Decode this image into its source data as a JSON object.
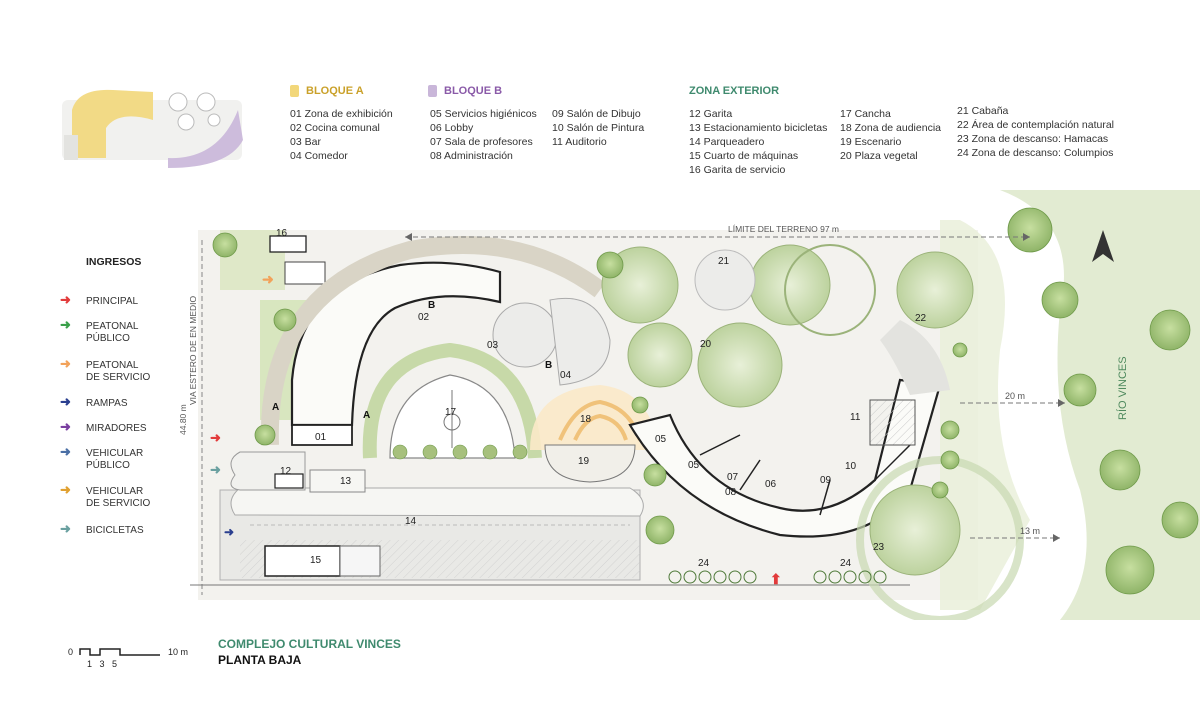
{
  "legend": {
    "bloque_a": {
      "title": "BLOQUE A",
      "color": "#f2d77a",
      "items": [
        "01 Zona de exhibición",
        "02 Cocina comunal",
        "03 Bar",
        "04 Comedor"
      ]
    },
    "bloque_b": {
      "title": "BLOQUE B",
      "color": "#c9b6d9",
      "col1": [
        "05 Servicios higiénicos",
        "06 Lobby",
        "07 Sala de profesores",
        "08 Administración"
      ],
      "col2": [
        "09  Salón de Dibujo",
        "10  Salón de Pintura",
        "11 Auditorio"
      ]
    },
    "zona_exterior": {
      "title": "ZONA EXTERIOR",
      "color": "#3f8a6e",
      "col1": [
        "12 Garita",
        "13 Estacionamiento bicicletas",
        "14 Parqueadero",
        "15 Cuarto de máquinas",
        "16 Garita de servicio"
      ],
      "col2": [
        "17 Cancha",
        "18 Zona de audiencia",
        "19 Escenario",
        "20 Plaza vegetal"
      ],
      "col3": [
        "21 Cabaña",
        "22 Área de contemplación natural",
        "23 Zona de descanso: Hamacas",
        "24 Zona de descanso: Columpios"
      ]
    }
  },
  "ingresos": {
    "title": "INGRESOS",
    "items": [
      {
        "label": "PRINCIPAL",
        "color": "#e23b3b"
      },
      {
        "label": "PEATONAL\nPÚBLICO",
        "color": "#3aa04a"
      },
      {
        "label": "PEATONAL\nDE SERVICIO",
        "color": "#f2a25a"
      },
      {
        "label": "RAMPAS",
        "color": "#2a3f8f"
      },
      {
        "label": "MIRADORES",
        "color": "#7a3fa0"
      },
      {
        "label": "VEHICULAR\nPÚBLICO",
        "color": "#4a6fa5"
      },
      {
        "label": "VEHICULAR\nDE SERVICIO",
        "color": "#e0a030"
      },
      {
        "label": "BICICLETAS",
        "color": "#6aa0a0"
      }
    ]
  },
  "plan": {
    "limite_label": "LÍMITE DEL TERRENO  97 m",
    "via_label": "VIA ESTERO DE EN MEDIO",
    "dim_left": "44.80 m",
    "rio_label": "RÍO VINCES",
    "dim_20": "20 m",
    "dim_13": "13 m",
    "rooms": [
      "01",
      "02",
      "03",
      "04",
      "05",
      "05",
      "06",
      "07",
      "08",
      "09",
      "10",
      "11",
      "12",
      "13",
      "14",
      "15",
      "16",
      "17",
      "18",
      "19",
      "20",
      "21",
      "22",
      "23",
      "24",
      "24"
    ],
    "section_marks": [
      "A",
      "A",
      "B",
      "B"
    ]
  },
  "footer": {
    "title": "COMPLEJO CULTURAL VINCES",
    "subtitle": "PLANTA BAJA",
    "scale_zero": "0",
    "scale_ticks": "1   3   5",
    "scale_end": "10 m"
  }
}
